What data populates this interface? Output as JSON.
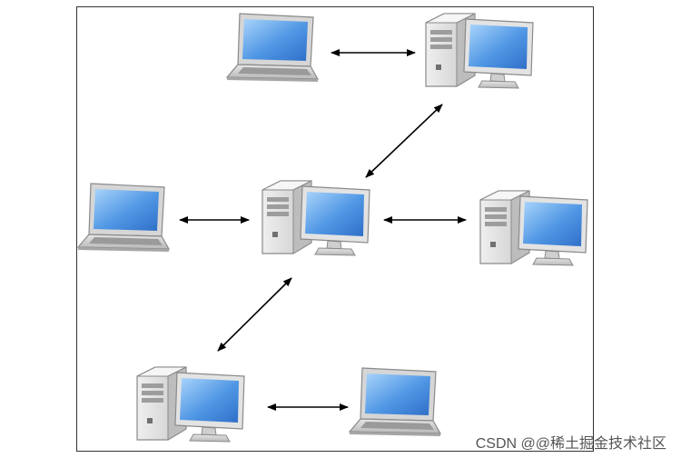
{
  "diagram": {
    "nodes": [
      {
        "id": "laptop-top",
        "kind": "laptop"
      },
      {
        "id": "desktop-top-right",
        "kind": "desktop"
      },
      {
        "id": "laptop-left",
        "kind": "laptop"
      },
      {
        "id": "desktop-center",
        "kind": "desktop"
      },
      {
        "id": "desktop-right",
        "kind": "desktop"
      },
      {
        "id": "desktop-bottom-left",
        "kind": "desktop"
      },
      {
        "id": "laptop-bottom-right",
        "kind": "laptop"
      }
    ],
    "connections": [
      {
        "from": "laptop-top",
        "to": "desktop-top-right",
        "type": "bidirectional"
      },
      {
        "from": "desktop-center",
        "to": "desktop-top-right",
        "type": "bidirectional"
      },
      {
        "from": "laptop-left",
        "to": "desktop-center",
        "type": "bidirectional"
      },
      {
        "from": "desktop-center",
        "to": "desktop-right",
        "type": "bidirectional"
      },
      {
        "from": "desktop-center",
        "to": "desktop-bottom-left",
        "type": "bidirectional"
      },
      {
        "from": "desktop-bottom-left",
        "to": "laptop-bottom-right",
        "type": "bidirectional"
      }
    ],
    "colors": {
      "screen": "#5aa0e8",
      "body": "#d4d4d4",
      "edge": "#8a8a8a",
      "arrow": "#000000"
    }
  },
  "watermark": "CSDN @@稀土掘金技术社区"
}
